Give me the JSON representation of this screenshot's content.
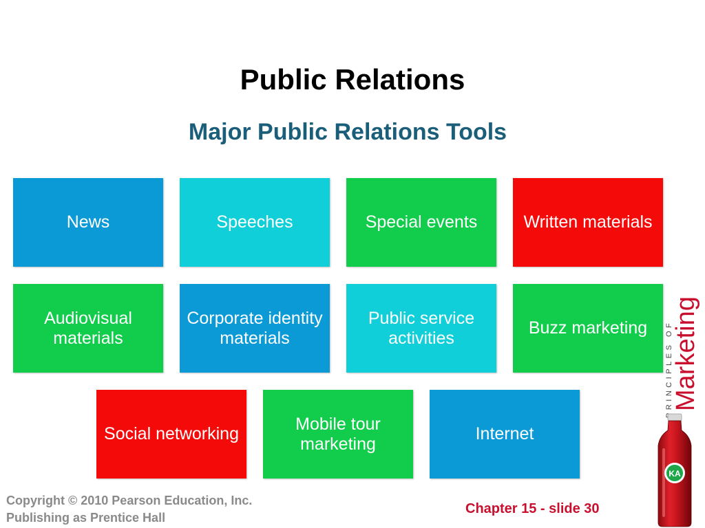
{
  "slide": {
    "title": "Public Relations",
    "subtitle": "Major Public Relations Tools"
  },
  "tiles": [
    {
      "label": "News",
      "color": "#0b9ad6"
    },
    {
      "label": "Speeches",
      "color": "#10cfd9"
    },
    {
      "label": "Special events",
      "color": "#12cc4c"
    },
    {
      "label": "Written materials",
      "color": "#f50a0a"
    },
    {
      "label": "Audiovisual materials",
      "color": "#12cc4c"
    },
    {
      "label": "Corporate identity materials",
      "color": "#0b9ad6"
    },
    {
      "label": "Public service activities",
      "color": "#10cfd9"
    },
    {
      "label": "Buzz marketing",
      "color": "#12cc4c"
    },
    {
      "label": "Social networking",
      "color": "#f50a0a"
    },
    {
      "label": "Mobile tour marketing",
      "color": "#12cc4c"
    },
    {
      "label": "Internet",
      "color": "#0b9ad6"
    }
  ],
  "footer": {
    "copyright_line1": "Copyright © 2010 Pearson Education, Inc.",
    "copyright_line2": "Publishing as Prentice Hall",
    "slide_number": "Chapter 15 - slide 30"
  },
  "branding": {
    "principles_of": "PRINCIPLES OF",
    "marketing": "Marketing",
    "bottle_logo": "KA",
    "brand_color": "#c8102e"
  }
}
